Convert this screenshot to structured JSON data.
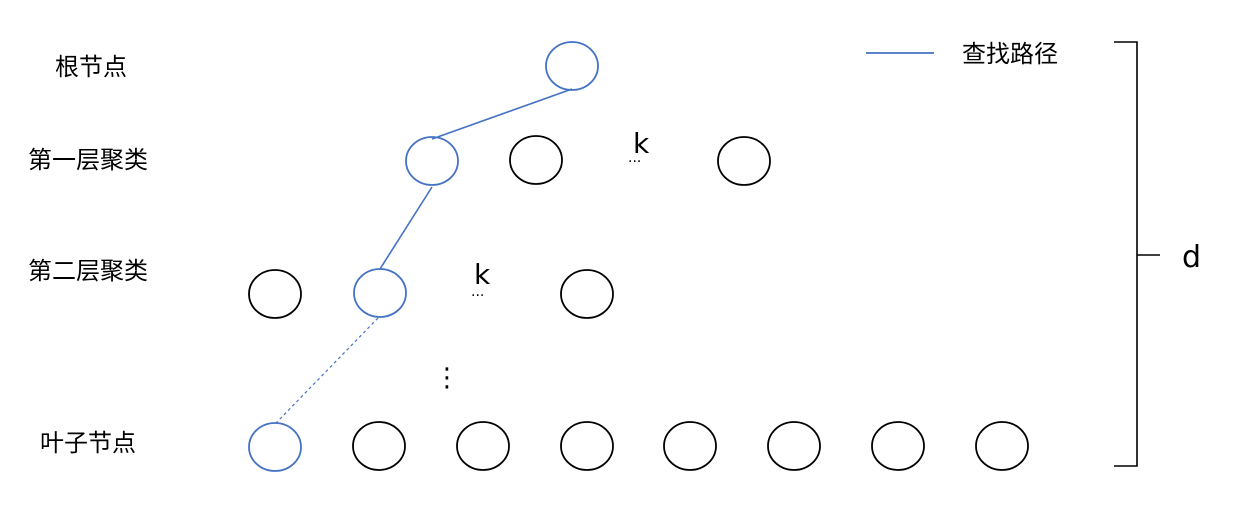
{
  "diagram": {
    "colors": {
      "path": "#4472c4",
      "node": "#000000",
      "background": "#ffffff"
    },
    "levels": {
      "root": "根节点",
      "level1": "第一层聚类",
      "level2": "第二层聚类",
      "leaf": "叶子节点"
    },
    "legend": {
      "path_label": "查找路径"
    },
    "branching_label": "k",
    "depth_label": "d",
    "ellipsis": "⋮",
    "row_ellipsis": "..."
  }
}
